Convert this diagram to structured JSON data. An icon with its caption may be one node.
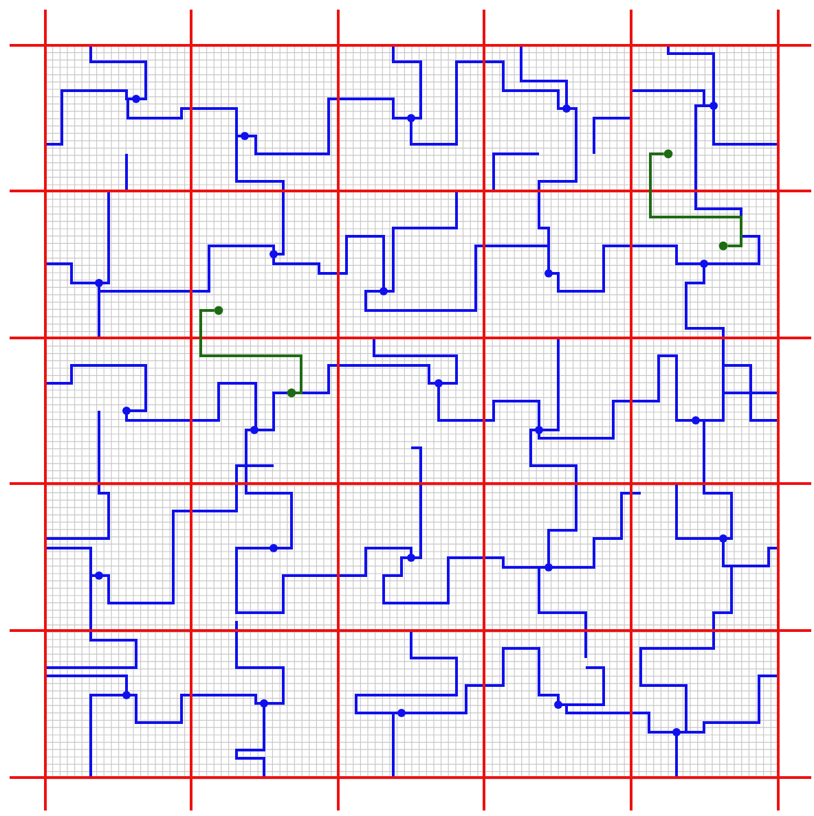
{
  "diagram": {
    "nodes": [
      {
        "text": [],
        "shape": "circle"
      },
      {
        "text": [],
        "shape": "circle"
      },
      {
        "text": [],
        "shape": "circle"
      },
      {
        "text": [],
        "shape": "circle"
      }
    ],
    "edges": [
      {
        "from": 0,
        "to": 1,
        "arrow": "none",
        "color": "#1e6b14"
      },
      {
        "from": 2,
        "to": 3,
        "arrow": "none",
        "color": "#1e6b14"
      }
    ]
  }
}
